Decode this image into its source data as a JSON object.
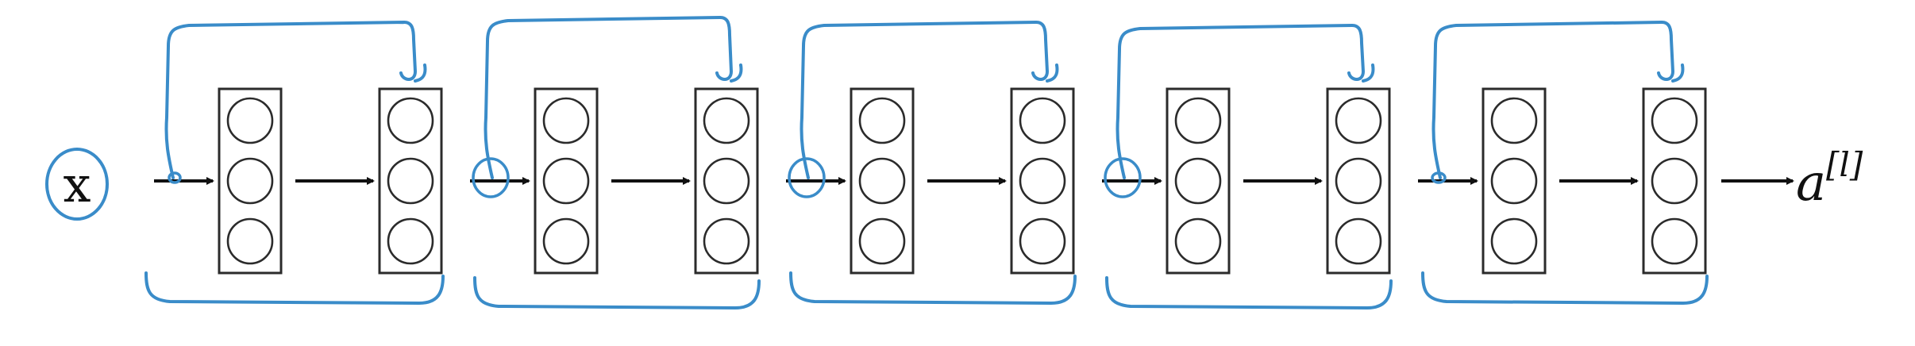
{
  "diagram": {
    "input_label": "x",
    "output_label": "a",
    "output_superscript": "[l]",
    "residual_blocks": 5,
    "neurons_per_layer": 3,
    "colors": {
      "ink": "#111111",
      "box_stroke": "#2b2b2b",
      "annotation": "#3a8cc9",
      "background": "#ffffff"
    }
  }
}
